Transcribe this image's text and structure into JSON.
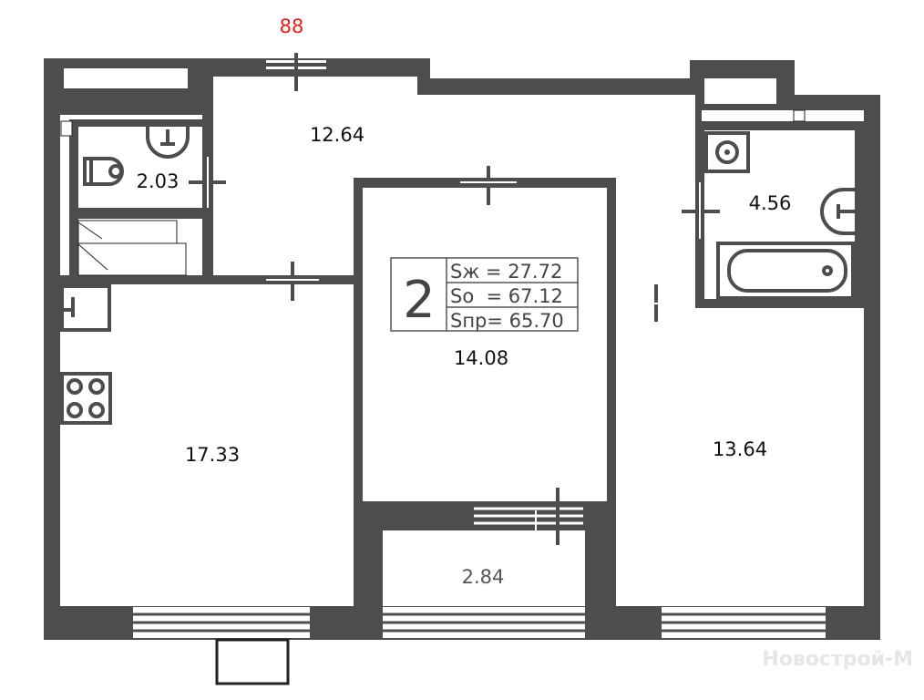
{
  "plan": {
    "unit_number": "88",
    "rooms_count": "2",
    "summary": {
      "living_area": "Sж = 27.72",
      "total_area": "So  = 67.12",
      "reduced_area": "Sпр= 65.70"
    },
    "rooms": {
      "hall": "12.64",
      "wc": "2.03",
      "bathroom": "4.56",
      "bedroom_center": "14.08",
      "kitchen": "17.33",
      "bedroom_right": "13.64",
      "loggia": "2.84"
    },
    "watermark": "Новострой-М",
    "colors": {
      "wall": "#4d4d4f",
      "unit_number": "#e0201b"
    }
  }
}
